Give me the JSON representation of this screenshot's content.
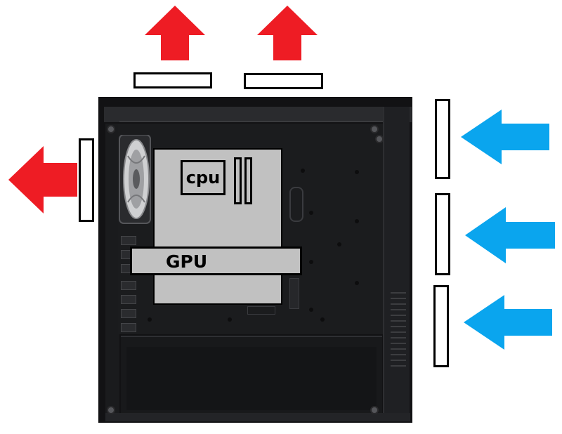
{
  "labels": {
    "cpu": "cpu",
    "gpu": "GPU"
  },
  "colors": {
    "exhaust_arrow": "#ee1c24",
    "intake_arrow": "#0aa5ee",
    "component_fill": "#c1c1c1",
    "case_body": "#121214",
    "outline": "#000000"
  },
  "airflow": {
    "exhaust": [
      {
        "position": "top",
        "direction": "up"
      },
      {
        "position": "top",
        "direction": "up"
      },
      {
        "position": "rear",
        "direction": "left"
      }
    ],
    "intake": [
      {
        "position": "front",
        "direction": "left"
      },
      {
        "position": "front",
        "direction": "left"
      },
      {
        "position": "front",
        "direction": "left"
      }
    ]
  },
  "components": {
    "ram_sticks": 2,
    "fan_slots": 6
  }
}
